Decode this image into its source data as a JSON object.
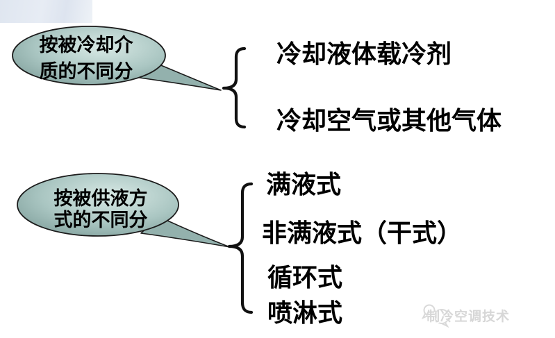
{
  "slide": {
    "background_color": "#ffffff",
    "corner_decoration_color": "#e0e7f1"
  },
  "diagram": {
    "groups": [
      {
        "bubble": {
          "text": "按被冷却介质的不同分",
          "lines": [
            "按被冷却介",
            "质的不同分"
          ]
        },
        "items": [
          "冷却液体载冷剂",
          "冷却空气或其他气体"
        ]
      },
      {
        "bubble": {
          "text": "按被供液方式的不同分",
          "lines": [
            "按被供液方",
            "式的不同分"
          ]
        },
        "items": [
          "满液式",
          "非满液式（干式）",
          "循环式",
          "喷淋式"
        ]
      }
    ],
    "colors": {
      "bubble_fill_light": "#d8e9e5",
      "bubble_fill_mid": "#aac6c2",
      "bubble_fill_dark": "#7c9c98",
      "bubble_stroke": "#1c1c1c",
      "brace_color": "#111111",
      "text_color": "#000000"
    }
  },
  "watermark": {
    "icon": "chat-bubbles-icon",
    "text": "制冷空调技术",
    "color": "#d7d7d7"
  }
}
